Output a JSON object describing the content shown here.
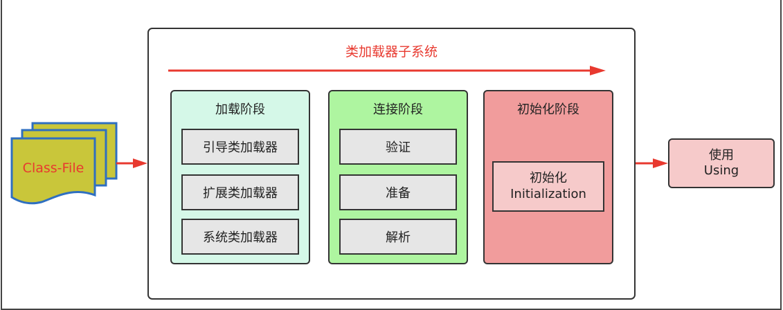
{
  "title": "类加载器子系统",
  "source": {
    "label": "Class-File"
  },
  "stages": [
    {
      "title": "加载阶段",
      "items": [
        "引导类加载器",
        "扩展类加载器",
        "系统类加载器"
      ]
    },
    {
      "title": "连接阶段",
      "items": [
        "验证",
        "准备",
        "解析"
      ]
    },
    {
      "title": "初始化阶段",
      "items": [
        "初始化",
        "Initialization"
      ]
    }
  ],
  "using": {
    "zh": "使用",
    "en": "Using"
  },
  "colors": {
    "arrow": "#e8392f",
    "loading": "#d5f8e8",
    "linking": "#aef5a0",
    "init": "#f19c9c",
    "sub": "#e6e6e6",
    "using": "#f6caca",
    "file": "#c9c63a",
    "fileBorder": "#2f6fc0"
  }
}
